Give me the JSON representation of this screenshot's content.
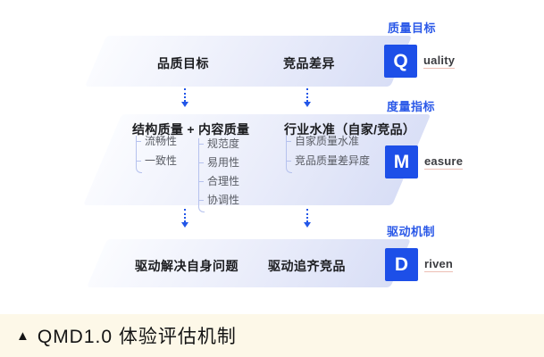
{
  "rows": {
    "quality": {
      "side_label": "质量目标",
      "badge": {
        "letter": "Q",
        "rest": "uality"
      },
      "cells": [
        "品质目标",
        "竞品差异"
      ]
    },
    "measure": {
      "side_label": "度量指标",
      "badge": {
        "letter": "M",
        "rest": "easure"
      },
      "left_group": {
        "title": "结构质量 + 内容质量",
        "col1": [
          "流畅性",
          "一致性"
        ],
        "col2": [
          "规范度",
          "易用性",
          "合理性",
          "协调性"
        ]
      },
      "right_group": {
        "title": "行业水准（自家/竞品）",
        "col": [
          "自家质量水准",
          "竞品质量差异度"
        ]
      }
    },
    "driven": {
      "side_label": "驱动机制",
      "badge": {
        "letter": "D",
        "rest": "riven"
      },
      "cells": [
        "驱动解决自身问题",
        "驱动追齐竞品"
      ]
    }
  },
  "footer": {
    "marker": "▲",
    "title": "QMD1.0 体验评估机制"
  },
  "colors": {
    "accent_blue": "#2256E8",
    "badge_blue": "#1D4FE8",
    "band_gradient_light": "#FBFCFF",
    "band_gradient_dark": "#D8DEF6",
    "footer_bg": "#FDF8E8",
    "heading_text": "#1B1C1F",
    "sub_text": "#595C64",
    "connector": "#B6C2EE"
  }
}
